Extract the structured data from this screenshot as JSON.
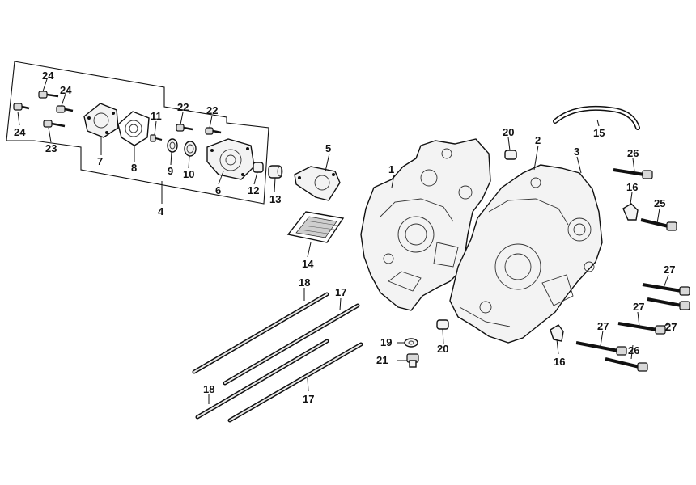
{
  "diagram": {
    "callouts": {
      "c1": "1",
      "c2": "2",
      "c3": "3",
      "c4": "4",
      "c5": "5",
      "c6": "6",
      "c7": "7",
      "c8": "8",
      "c9": "9",
      "c10": "10",
      "c11": "11",
      "c12": "12",
      "c13": "13",
      "c14": "14",
      "c15": "15",
      "c16a": "16",
      "c16b": "16",
      "c17a": "17",
      "c17b": "17",
      "c18a": "18",
      "c18b": "18",
      "c19": "19",
      "c20a": "20",
      "c20b": "20",
      "c21": "21",
      "c22a": "22",
      "c22b": "22",
      "c23": "23",
      "c24a": "24",
      "c24b": "24",
      "c24c": "24",
      "c25": "25",
      "c26a": "26",
      "c26b": "26",
      "c27a": "27",
      "c27b": "27",
      "c27c": "27",
      "c27d": "27"
    }
  }
}
